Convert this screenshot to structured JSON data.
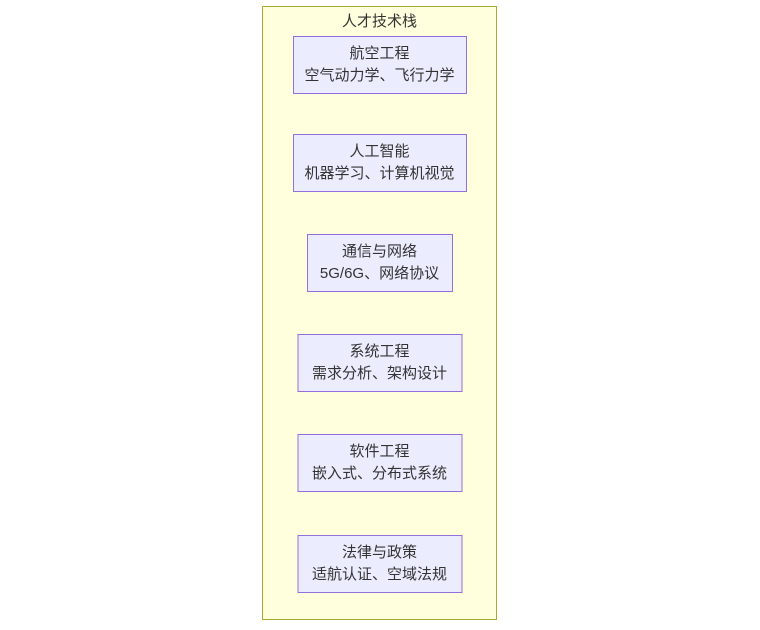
{
  "diagram": {
    "title": "人才技术栈",
    "type": "flowchart-subgraph",
    "colors": {
      "cluster_fill": "#ffffde",
      "cluster_border": "#aaaa33",
      "node_fill": "#ececff",
      "node_border": "#9370db",
      "text": "#333333",
      "page_background": "#ffffff"
    },
    "nodes": [
      {
        "title": "航空工程",
        "subtitle": "空气动力学、飞行力学"
      },
      {
        "title": "人工智能",
        "subtitle": "机器学习、计算机视觉"
      },
      {
        "title": "通信与网络",
        "subtitle": "5G/6G、网络协议"
      },
      {
        "title": "系统工程",
        "subtitle": "需求分析、架构设计"
      },
      {
        "title": "软件工程",
        "subtitle": "嵌入式、分布式系统"
      },
      {
        "title": "法律与政策",
        "subtitle": "适航认证、空域法规"
      }
    ]
  }
}
